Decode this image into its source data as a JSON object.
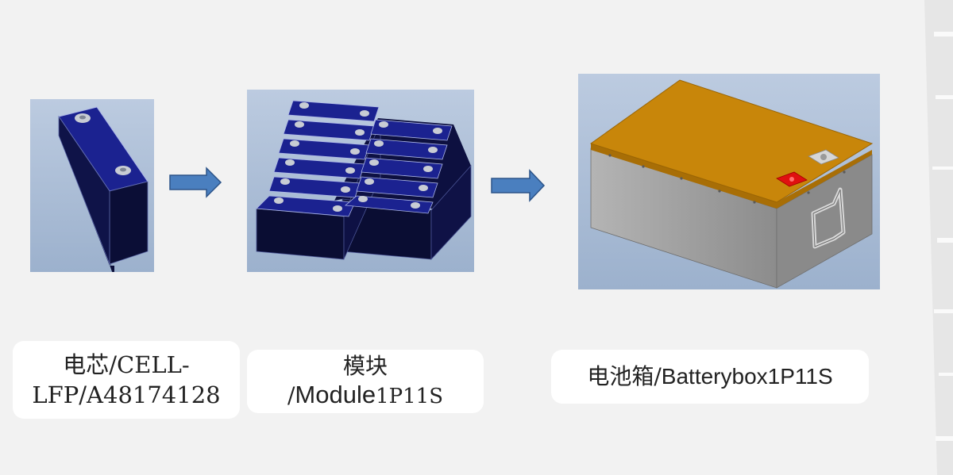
{
  "steps": [
    {
      "label_line1": "电芯/CELL-",
      "label_line2": "LFP/A48174128"
    },
    {
      "label_line1": "模块",
      "label_line2_prefix": "/",
      "label_line2_main": "Module",
      "label_line2_suffix": "1P11S"
    },
    {
      "label_prefix": "电池箱/",
      "label_main": "Batterybox1P11S"
    }
  ],
  "colors": {
    "panel_bg_top": "#b8c8dc",
    "panel_bg_bottom": "#9fb3cf",
    "cell_blue": "#1a1f7a",
    "cell_dark": "#0c0f3a",
    "arrow_fill": "#4a7fbf",
    "arrow_stroke": "#2c5489",
    "lid_orange": "#c8860a",
    "box_gray": "#8e8e8e",
    "terminal_red": "#e01010"
  },
  "icons": [
    "cell-icon",
    "module-icon",
    "battery-box-icon",
    "arrow-right-icon"
  ]
}
